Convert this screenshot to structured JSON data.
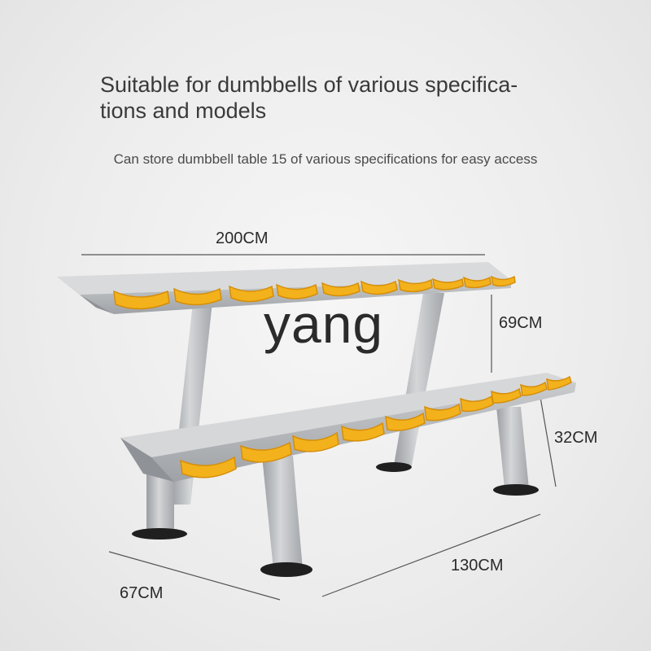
{
  "heading": {
    "line1": "Suitable for dumbbells of various specifica-",
    "line2": "tions and models"
  },
  "subheading": "Can store dumbbell table 15 of various specifications for easy access",
  "dimensions": {
    "length": "200CM",
    "tier_gap": "69CM",
    "lower_height": "32CM",
    "base_width": "130CM",
    "depth": "67CM"
  },
  "watermark": "yang",
  "colors": {
    "frame": "#b7b9bc",
    "frame_dark": "#8f9297",
    "saddle": "#f3b21c",
    "saddle_dark": "#d58e0a",
    "foot": "#1f1f1f"
  }
}
